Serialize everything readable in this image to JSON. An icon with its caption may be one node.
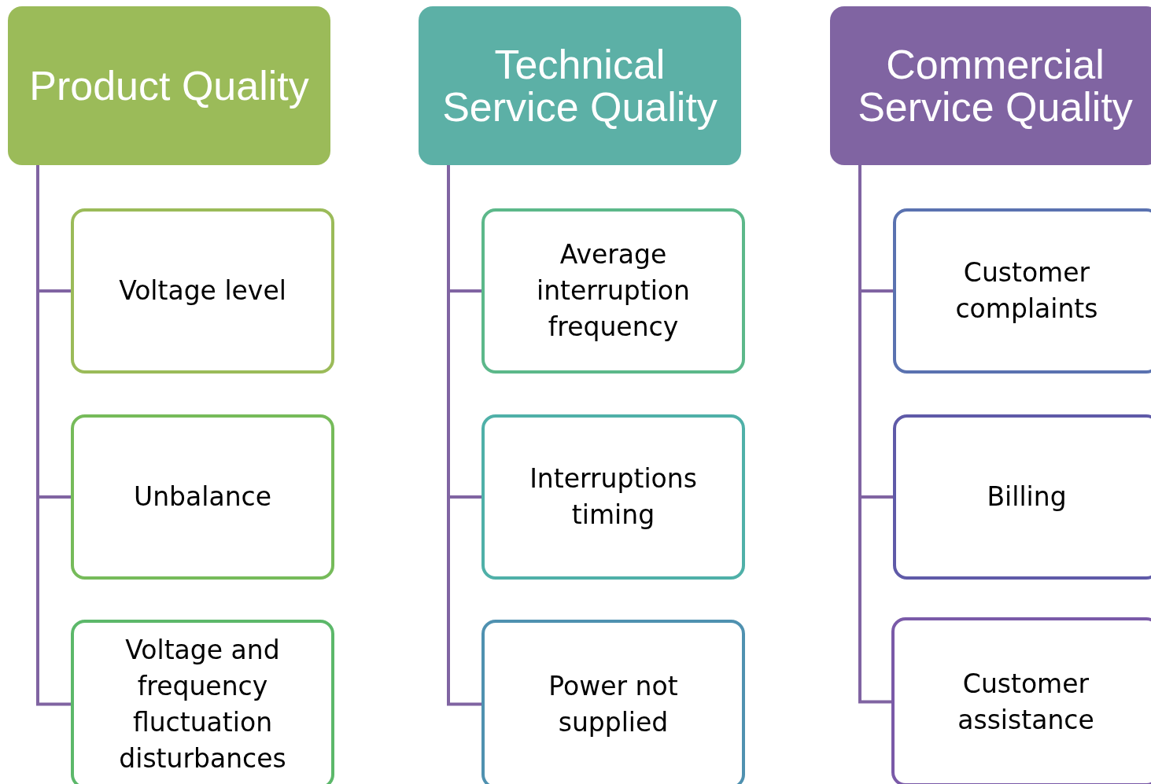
{
  "diagram": {
    "nodes": [
      {
        "text": [
          "Product Quality"
        ]
      },
      {
        "text": [
          "Voltage level"
        ]
      },
      {
        "text": [
          "Unbalance"
        ]
      },
      {
        "text": [
          "Voltage and frequency fluctuation disturbances"
        ]
      },
      {
        "text": [
          "Technical Service Quality"
        ]
      },
      {
        "text": [
          "Average interruption frequency"
        ]
      },
      {
        "text": [
          "Interruptions timing"
        ]
      },
      {
        "text": [
          "Power not supplied"
        ]
      },
      {
        "text": [
          "Commercial Service Quality"
        ]
      },
      {
        "text": [
          "Customer complaints"
        ]
      },
      {
        "text": [
          "Billing"
        ]
      },
      {
        "text": [
          "Customer assistance"
        ]
      }
    ],
    "edges": [
      {
        "from": 0,
        "to": 1,
        "arrow": "none"
      },
      {
        "from": 0,
        "to": 2,
        "arrow": "none"
      },
      {
        "from": 0,
        "to": 3,
        "arrow": "none"
      },
      {
        "from": 4,
        "to": 5,
        "arrow": "none"
      },
      {
        "from": 4,
        "to": 6,
        "arrow": "none"
      },
      {
        "from": 4,
        "to": 7,
        "arrow": "none"
      },
      {
        "from": 8,
        "to": 9,
        "arrow": "none"
      },
      {
        "from": 8,
        "to": 10,
        "arrow": "none"
      },
      {
        "from": 8,
        "to": 11,
        "arrow": "none"
      }
    ]
  }
}
